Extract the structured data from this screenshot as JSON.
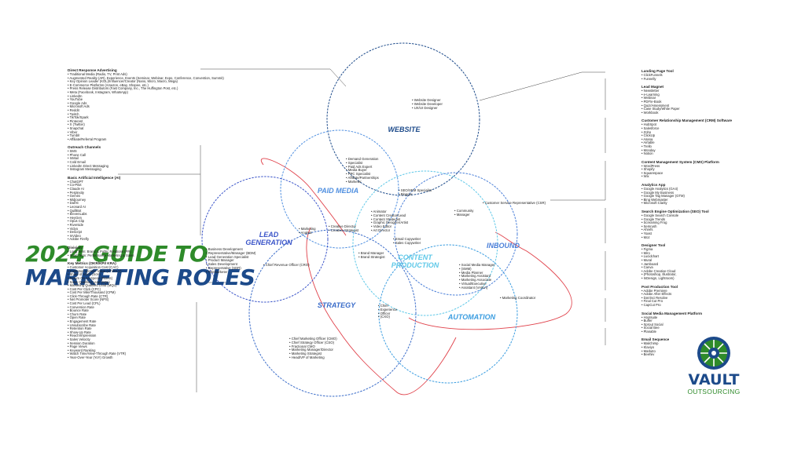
{
  "title": {
    "line1": "2024 GUIDE TO",
    "line2": "MARKETING ROLES"
  },
  "logo": {
    "word": "VAULT",
    "sub": "OUTSOURCING"
  },
  "circles": [
    {
      "name": "WEBSITE",
      "label": "WEBSITE",
      "color": "#1c4a8a"
    },
    {
      "name": "PAID MEDIA",
      "label": "PAID MEDIA",
      "color": "#4f8fe0"
    },
    {
      "name": "LEAD GENERATION",
      "label": "LEAD\nGENERATION",
      "color": "#3b55c9"
    },
    {
      "name": "CONTENT PRODUCTION",
      "label": "CONTENT\nPRODUCTION",
      "color": "#5fc8e8"
    },
    {
      "name": "INBOUND",
      "label": "INBOUND",
      "color": "#4a7fd8"
    },
    {
      "name": "STRATEGY",
      "label": "STRATEGY",
      "color": "#3a6cc9"
    },
    {
      "name": "AUTOMATION",
      "label": "AUTOMATION",
      "color": "#3b9de0"
    }
  ],
  "roles": {
    "website": [
      "Website Designer",
      "Website Developer",
      "UX/UI Designer"
    ],
    "paid_media": [
      "Demand Generation",
      "Specialist",
      "Paid Ads Expert",
      "Media Buyer",
      "PPC Specialist",
      "Affiliate/Partnerships",
      "Marketer"
    ],
    "seo": [
      "SEO/SEM Specialist",
      "Blogger"
    ],
    "content": [
      "Animator",
      "Content Creator/Lead",
      "Content Strategist",
      "Graphic Designer/Artist",
      "Video Editor",
      "Art Director"
    ],
    "csr": [
      "Customer Service Representative (CSR)"
    ],
    "community": [
      "Community",
      "Manager"
    ],
    "copy": [
      "Email Copywriter",
      "Sales Copywriter"
    ],
    "creative": [
      "Creative Director",
      "Creative Strategist"
    ],
    "marketing_analyst": [
      "Marketing",
      "Analyst"
    ],
    "brand": [
      "Brand Manager",
      "Brand Strategist"
    ],
    "lead": [
      "Business Development",
      "Representative/Manager (BDM)",
      "Lead Generation Specialist",
      "Product Manager",
      "Sales Development",
      "Representative (SDR)",
      "Telemarketer"
    ],
    "cro": [
      "Chief Revenue Officer (CRO)"
    ],
    "inbound": [
      "Social Media Manager",
      "(SMM)",
      "Media Planner",
      "Marketing Assistant",
      "Marketing Associate",
      "Virtual/Executive",
      "Assistant (VA/EA)"
    ],
    "coordinator": [
      "Marketing Coordinator"
    ],
    "ceo": [
      "Chief",
      "Experience",
      "Officer",
      "(CXO)"
    ],
    "strategy": [
      "Chief Marketing Officer (CMO)",
      "Chief Strategy Officer (CSO)",
      "Fractional CMO",
      "Marketing Manager/Director",
      "Marketing Strategist",
      "Head/VP of Marketing"
    ]
  },
  "left_column": [
    {
      "heading": "Direct Response Advertising",
      "items": [
        "Traditional Media (Radio, TV, Print Ads)",
        "Augmented Reality (AR), Experience, Events (Seminar, Webinar, Expo, Conference, Convention, Summit)",
        "Key Opinion Leader (KOL)/Influencer/Creator (Nano, Micro, Macro, Mega)",
        "E-Commerce Platforms (Amazon, eBay, Shopee, etc.)",
        "Press Release Distributors (Fast Company, Inc., The Huffington Post, etc.)",
        "Meta (Facebook, Instagram, WhatsApp)",
        "LinkedIn",
        "YouTube",
        "Google Ads",
        "Microsoft Ads",
        "Reddit",
        "Twitch",
        "TikTok/Spark",
        "Pinterest",
        "X (Twitter)",
        "Snapchat",
        "Viber",
        "Tumblr",
        "Affiliate/Referral Program"
      ]
    },
    {
      "heading": "Outreach Channels",
      "items": [
        "SMS",
        "Phone Call",
        "InMail",
        "Cold Email",
        "LinkedIn Direct Messaging",
        "Instagram Messaging"
      ]
    },
    {
      "heading": "Basic Artificial Intelligence (AI)",
      "items": [
        "ChatGPT",
        "Co-Pilot",
        "Claude AI",
        "Perplexity",
        "Gemini",
        "Midjourney",
        "Dall-E",
        "Leonard AI",
        "QuillBot",
        "ElevenLabs",
        "HeyGen",
        "Opus Clip",
        "Riverside",
        "Vidyo",
        "Descript",
        "InVideo",
        "Adobe Firefly"
      ]
    },
    {
      "heading": "Division",
      "items": [
        "Long Term: Brand & Public Relations (PR)",
        "Short Term: Performance Marketing & Sales"
      ]
    },
    {
      "heading": "Key Metrics (OKR/KPI/ KRA)",
      "items": [
        "Customer Acquisition Cost (CAC)",
        "Customer Lifetime Value (LTV/CLV)",
        "Share of Voice (SoV)",
        "Return On Ad Spend (ROAS)",
        "Sales Qualified Lead (SQL)",
        "Marketing Qualified Lead (MQL)",
        "Cost Per Click (CPC)",
        "Cost Per Mile/Thousand (CPM)",
        "Click-Through Rate (CTR)",
        "Net Promoter Score (NPS)",
        "Cost Per Lead (CPL)",
        "Conversion Rate",
        "Bounce Rate",
        "Churn Rate",
        "Open Rate",
        "Engagement Rate",
        "Unsubscribe Rate",
        "Retention Rate",
        "Show-Up Rate",
        "Reach/Impression",
        "Sales Velocity",
        "Session Duration",
        "Page Views",
        "Keyword Ranking",
        "Watch Time/View-Through Rate (VTR)",
        "Year-Over-Year (YoY) Growth"
      ]
    }
  ],
  "right_column": [
    {
      "heading": "Landing Page Tool",
      "items": [
        "ClickFunnels",
        "Funnelly"
      ]
    },
    {
      "heading": "Lead Magnet",
      "items": [
        "Newsletter",
        "e-Learning",
        "Webinar",
        "PDF/e-Book",
        "Quiz/Assessment",
        "Case Study/White Paper",
        "Workbook"
      ]
    },
    {
      "heading": "Customer Relationship Management (CRM) Software",
      "items": [
        "HubSpot",
        "Salesforce",
        "Zoho",
        "ClickUp",
        "Asana",
        "Airtable",
        "Trello",
        "Monday",
        "Notion"
      ]
    },
    {
      "heading": "Content Management System (CMS) Platform",
      "items": [
        "WordPress",
        "Shopify",
        "Squarespace",
        "Wix"
      ]
    },
    {
      "heading": "Analytics App",
      "items": [
        "Google Analytics (GA4)",
        "Google My Business",
        "Google Tag Manager (GTM)",
        "Bing Webmaster",
        "Microsoft Clarity"
      ]
    },
    {
      "heading": "Search Engine Optimization (SEO) Tool",
      "items": [
        "Google Search Console",
        "Google Trends",
        "Screaming Frog",
        "Semrush",
        "Ahrefs",
        "Yoast",
        "Moz"
      ]
    },
    {
      "heading": "Designer Tool",
      "items": [
        "Figma",
        "Miro",
        "Lucidchart",
        "Mural",
        "Jamboard",
        "Canva",
        "Adobe Creative Cloud",
        "(Photoshop, Illustrator,",
        "InDesign, Lightroom)"
      ]
    },
    {
      "heading": "Post Production Tool",
      "items": [
        "Adobe Premiere",
        "Adobe After Effects",
        "DaVinci Resolve",
        "Final Cut Pro",
        "CapCut Pro"
      ]
    },
    {
      "heading": "Social Media Management Platform",
      "items": [
        "Hootsuite",
        "Buffer",
        "Sprout Social",
        "Social Bee",
        "Planable"
      ]
    },
    {
      "heading": "Email Sequence",
      "items": [
        "Mailchimp",
        "Klaviyo",
        "Marketo",
        "Beehiiv"
      ]
    }
  ]
}
